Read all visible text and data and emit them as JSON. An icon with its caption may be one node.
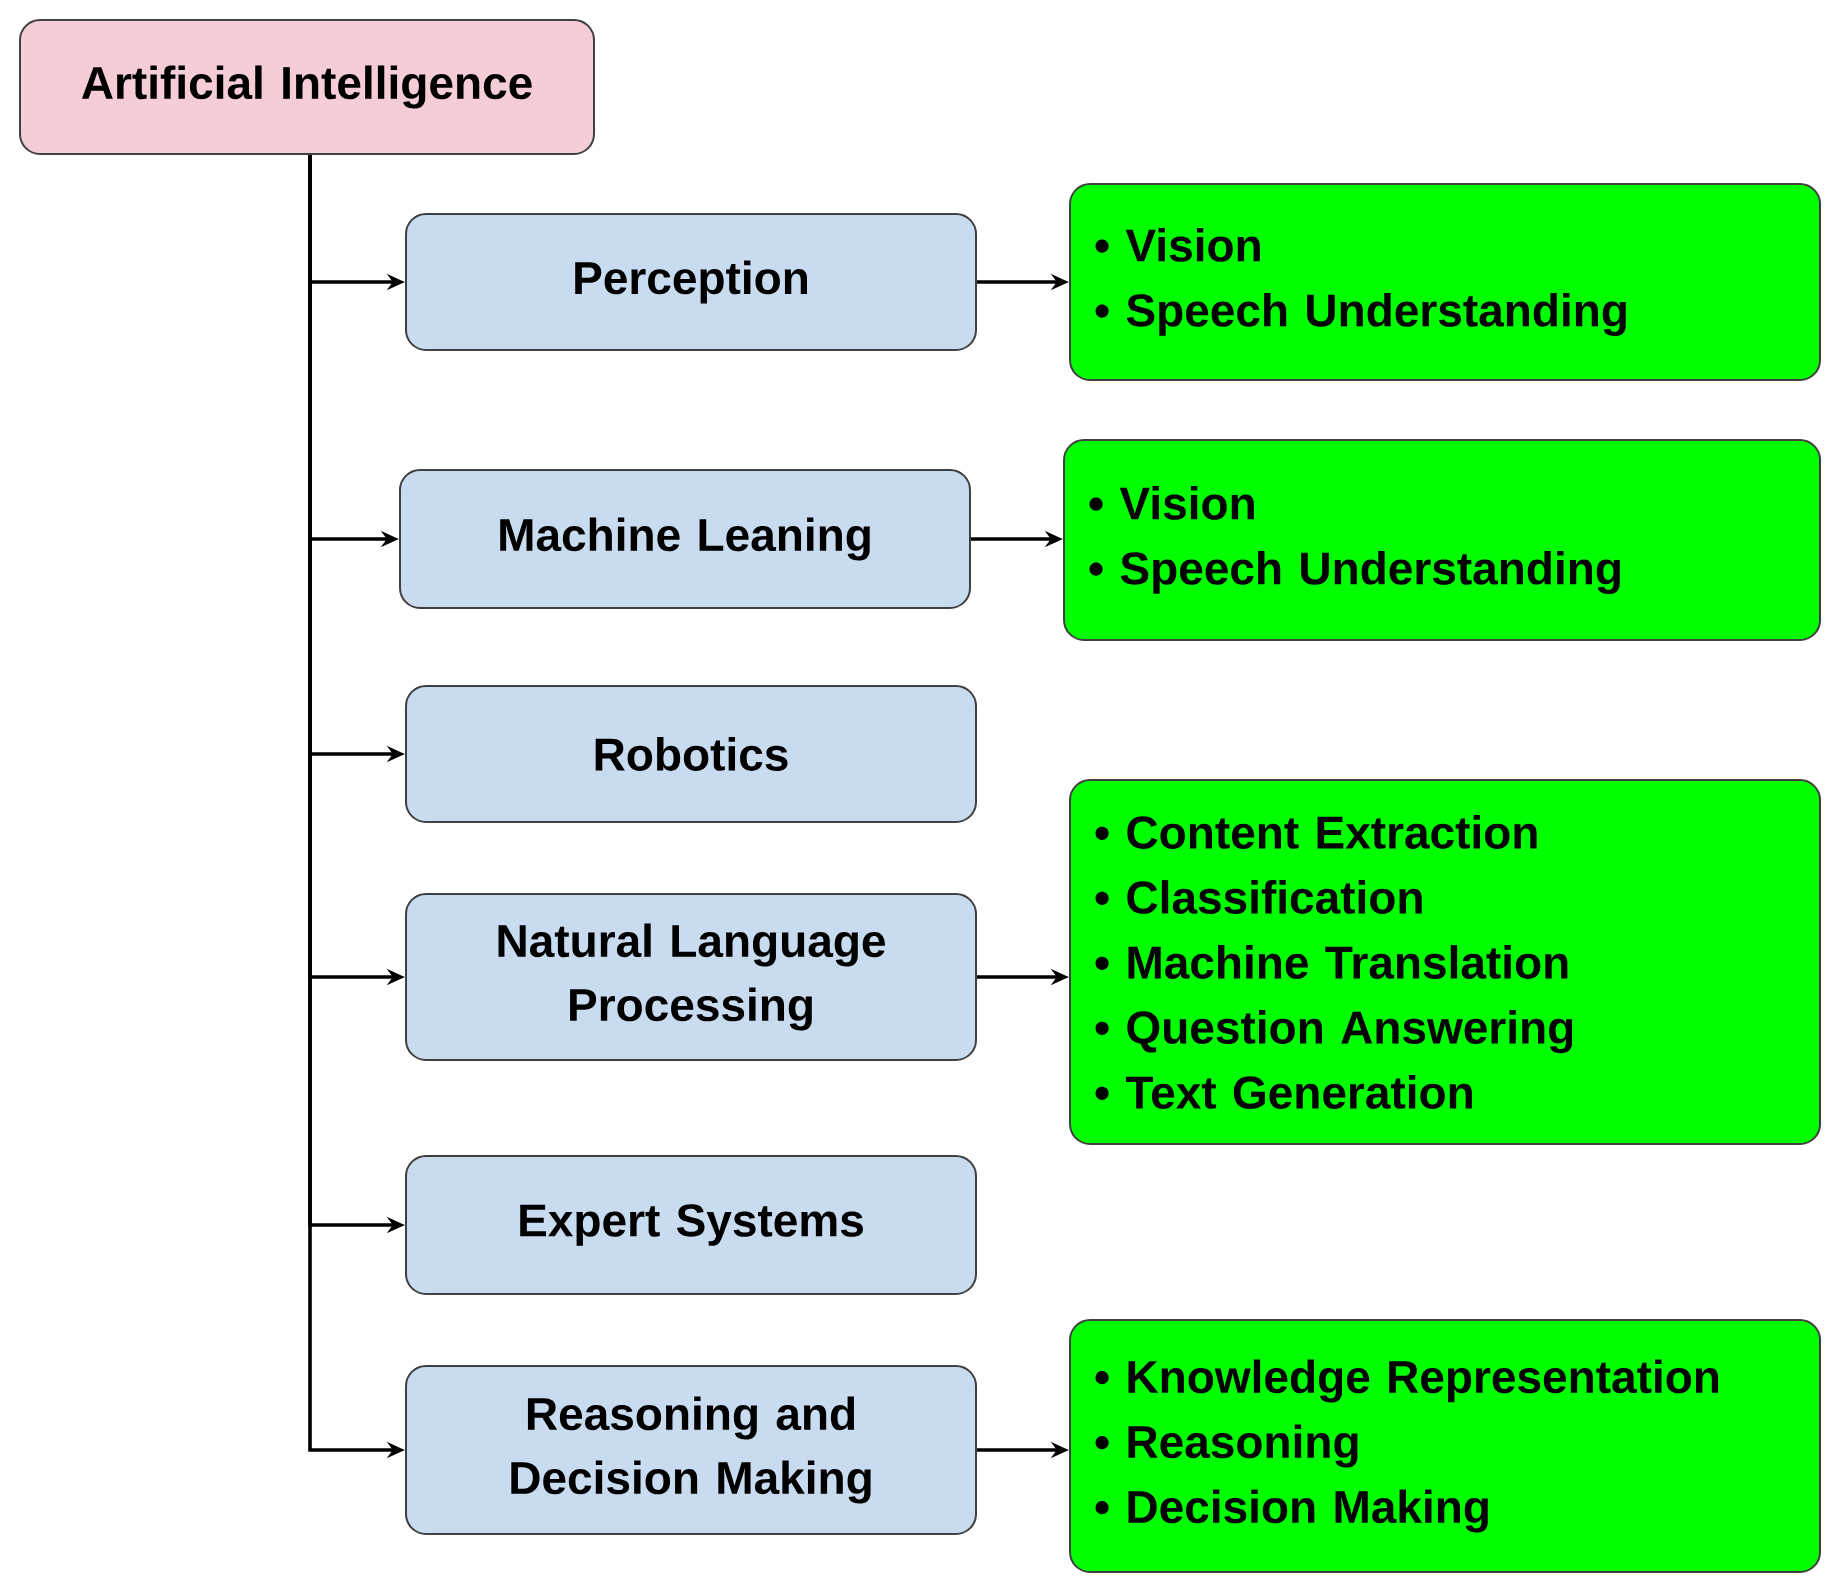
{
  "diagram": {
    "nodes": [
      {
        "text": [
          "Artificial Intelligence"
        ]
      },
      {
        "text": [
          "Perception"
        ]
      },
      {
        "text": [
          "• Vision",
          "• Speech Understanding"
        ]
      },
      {
        "text": [
          "Machine Leaning"
        ]
      },
      {
        "text": [
          "• Vision",
          "• Speech Understanding"
        ]
      },
      {
        "text": [
          "Robotics"
        ]
      },
      {
        "text": [
          "Natural Language Processing"
        ]
      },
      {
        "text": [
          "• Content Extraction",
          "• Classification",
          "• Machine Translation",
          "• Question Answering",
          "• Text Generation"
        ]
      },
      {
        "text": [
          "Expert Systems"
        ]
      },
      {
        "text": [
          "Reasoning and Decision Making"
        ]
      },
      {
        "text": [
          "• Knowledge Representation",
          "• Reasoning",
          "• Decision Making"
        ]
      }
    ],
    "edges": [
      {
        "from": 0,
        "to": 1,
        "arrow": "to"
      },
      {
        "from": 0,
        "to": 3,
        "arrow": "to"
      },
      {
        "from": 0,
        "to": 5,
        "arrow": "to"
      },
      {
        "from": 0,
        "to": 6,
        "arrow": "to"
      },
      {
        "from": 0,
        "to": 8,
        "arrow": "to"
      },
      {
        "from": 0,
        "to": 9,
        "arrow": "to"
      },
      {
        "from": 1,
        "to": 2,
        "arrow": "to"
      },
      {
        "from": 3,
        "to": 4,
        "arrow": "to"
      },
      {
        "from": 6,
        "to": 7,
        "arrow": "to"
      },
      {
        "from": 9,
        "to": 10,
        "arrow": "to"
      }
    ]
  }
}
